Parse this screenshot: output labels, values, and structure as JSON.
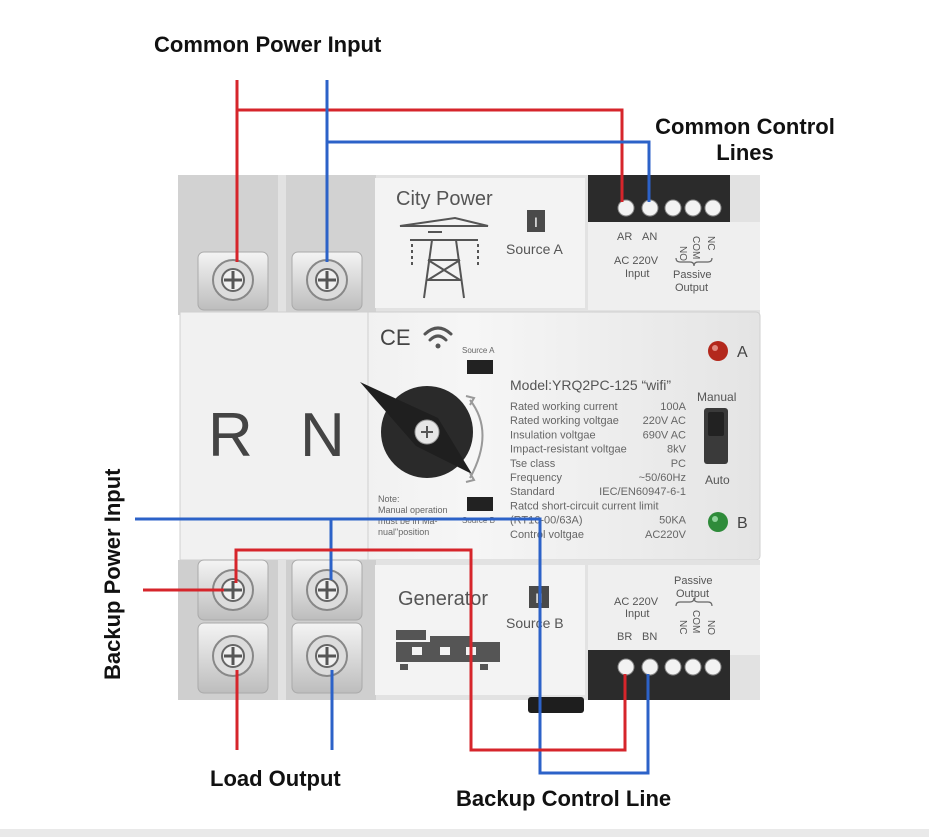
{
  "callouts": {
    "common_power_input": "Common Power Input",
    "common_control_lines_1": "Common Control",
    "common_control_lines_2": "Lines",
    "backup_power_input": "Backup Power Input",
    "load_output": "Load Output",
    "backup_control_line": "Backup Control Line"
  },
  "device": {
    "source_a_panel": {
      "title": "City Power",
      "roman": "I",
      "source_label": "Source A"
    },
    "source_b_panel": {
      "title": "Generator",
      "roman": "II",
      "source_label": "Source B"
    },
    "terminal_letters": {
      "r": "R",
      "n": "N"
    },
    "top_control_terminal": {
      "ar": "AR",
      "an": "AN",
      "no": "NO",
      "com": "COM",
      "nc": "NC",
      "input_1": "AC 220V",
      "input_2": "Input",
      "output_1": "Passive",
      "output_2": "Output"
    },
    "bottom_control_terminal": {
      "br": "BR",
      "bn": "BN",
      "nc": "NC",
      "com": "COM",
      "no": "NO",
      "input_1": "AC 220V",
      "input_2": "Input",
      "output_1": "Passive",
      "output_2": "Output"
    },
    "center": {
      "ce_mark": "CE",
      "source_a_small": "Source A",
      "source_b_small": "Source B",
      "note_lines": [
        "Note:",
        "Manual operation",
        "must be in Ma-",
        "nual\"position"
      ],
      "model": "Model:YRQ2PC-125  “wifi”",
      "manual_label": "Manual",
      "auto_label": "Auto",
      "indicator_a": "A",
      "indicator_b": "B",
      "specs": [
        {
          "label": "Rated working current",
          "value": "100A"
        },
        {
          "label": "Rated working voltgae",
          "value": "220V AC"
        },
        {
          "label": "Insulation voltgae",
          "value": "690V AC"
        },
        {
          "label": "Impact-resistant voltgae",
          "value": "8kV"
        },
        {
          "label": "Tse class",
          "value": "PC"
        },
        {
          "label": "Frequency",
          "value": "~50/60Hz"
        },
        {
          "label": "Standard",
          "value": "IEC/EN60947-6-1"
        },
        {
          "label": "Ratcd short-circuit current limit",
          "value": ""
        },
        {
          "label": "(RT16-00/63A)",
          "value": "50KA"
        },
        {
          "label": "Control voltgae",
          "value": "AC220V"
        }
      ]
    }
  },
  "colors": {
    "live_wire": "#d6252b",
    "neutral_wire": "#2c62c8",
    "indicator_a": "#b3281c",
    "indicator_b": "#2e8b3a"
  }
}
